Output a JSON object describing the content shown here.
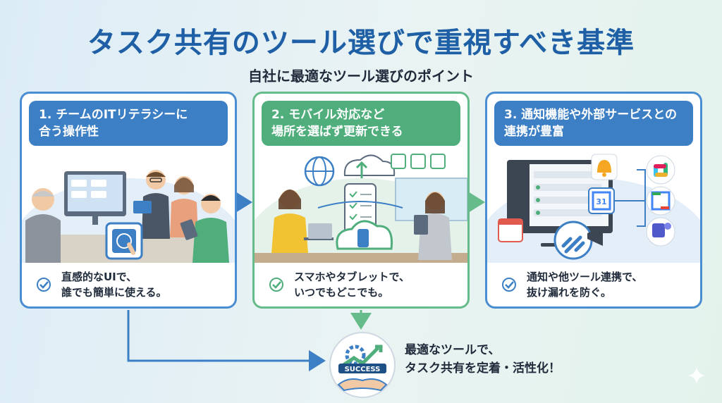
{
  "title": "タスク共有のツール選びで重視すべき基準",
  "subtitle": "自社に最適なツール選びのポイント",
  "cards": [
    {
      "heading_line1": "1. チームのITリテラシーに",
      "heading_line2": "合う操作性",
      "footer_line1": "直感的なUIで、",
      "footer_line2": "誰でも簡単に使える。"
    },
    {
      "heading_line1": "2. モバイル対応など",
      "heading_line2": "場所を選ばず更新できる",
      "footer_line1": "スマホやタブレットで、",
      "footer_line2": "いつでもどこでも。"
    },
    {
      "heading_line1": "3. 通知機能や外部サービスとの",
      "heading_line2": "連携が豊富",
      "footer_line1": "通知や他ツール連携で、",
      "footer_line2": "抜け漏れを防ぐ。"
    }
  ],
  "success_label": "SUCCESS",
  "calendar_number": "31",
  "conclusion_line1": "最適なツールで、",
  "conclusion_line2": "タスク共有を定着・活性化！",
  "colors": {
    "blue": "#3d7fc4",
    "green": "#4fae7c",
    "title": "#1e5fa6"
  }
}
